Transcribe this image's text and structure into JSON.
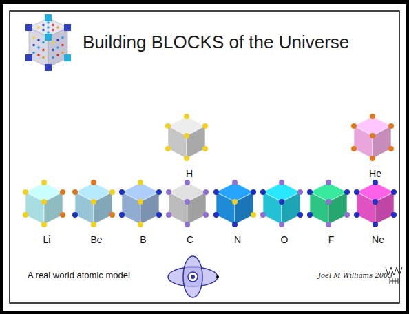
{
  "diagram": {
    "title": "Building BLOCKS of the Universe",
    "caption": "A real world atomic model",
    "nodes": [
      {
        "text": [
          "H"
        ]
      },
      {
        "text": [
          "He"
        ]
      },
      {
        "text": [
          "Li"
        ]
      },
      {
        "text": [
          "Be"
        ]
      },
      {
        "text": [
          "B"
        ]
      },
      {
        "text": [
          "C"
        ]
      },
      {
        "text": [
          "N"
        ]
      },
      {
        "text": [
          "O"
        ]
      },
      {
        "text": [
          "F"
        ]
      },
      {
        "text": [
          "Ne"
        ]
      }
    ],
    "labels": [
      "Joel M Williams 2003"
    ]
  }
}
